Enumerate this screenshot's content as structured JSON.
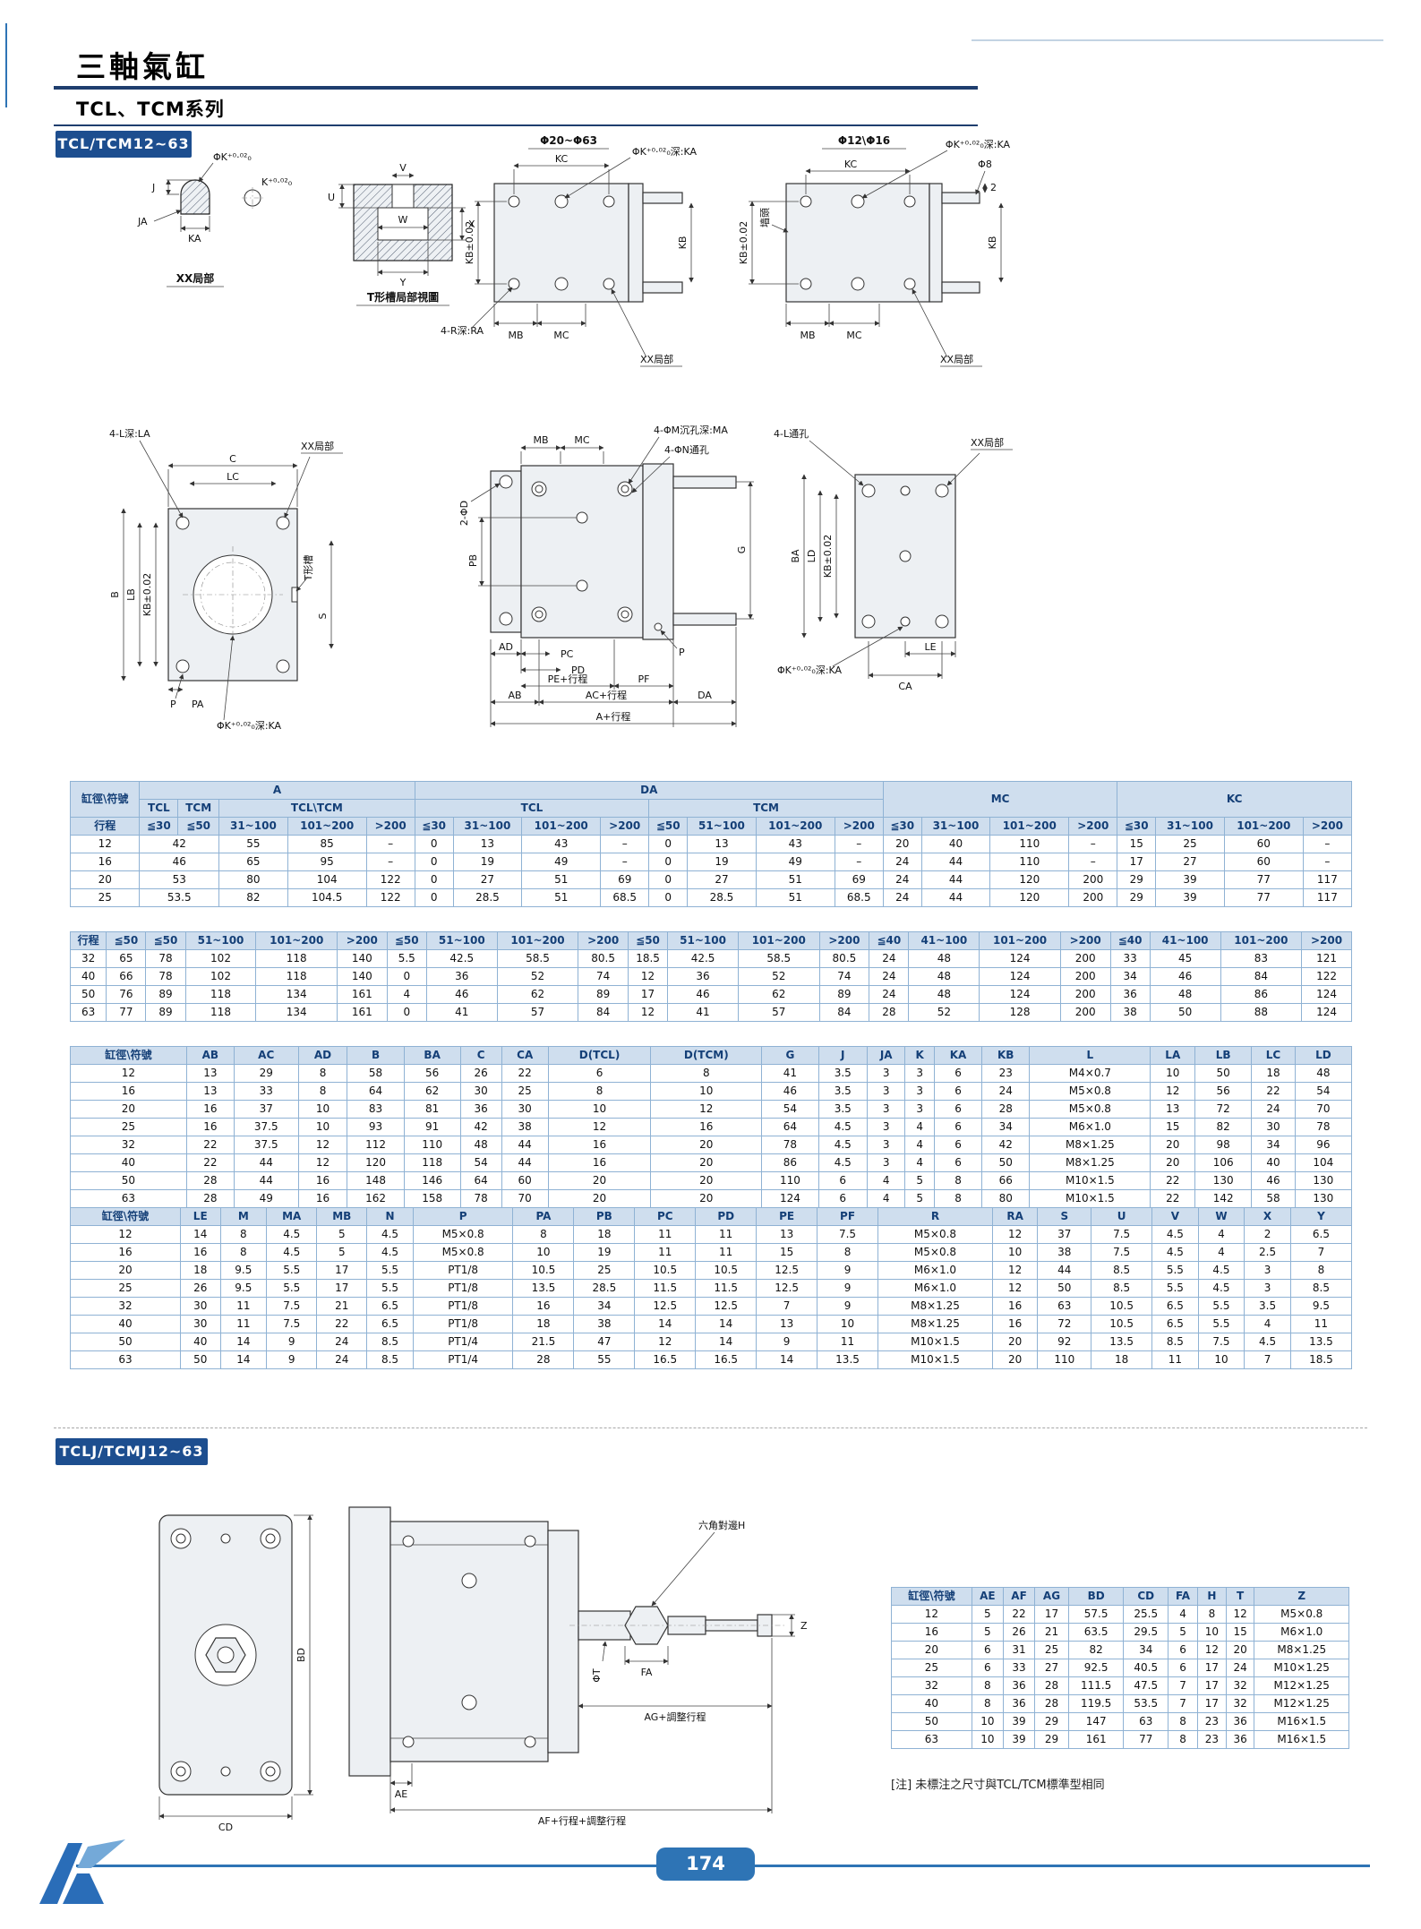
{
  "page": {
    "title": "三軸氣缸",
    "subtitle": "TCL、TCM系列",
    "page_number": "174",
    "note": "[注] 未標注之尺寸與TCL/TCM標準型相同"
  },
  "sections": {
    "s1": "TCL/TCM12~63",
    "s2": "TCLJ/TCMJ12~63"
  },
  "drawings": {
    "fig_detail": {
      "title": "XX局部",
      "phi_k_tol": "ΦK⁺⁰·⁰²₀",
      "j": "J",
      "ja": "JA",
      "ka": "KA",
      "k_tol": "K⁺⁰·⁰²₀"
    },
    "fig_tslot": {
      "title": "T形槽局部視圖",
      "u": "U",
      "v": "V",
      "w": "W",
      "x": "X",
      "y": "Y"
    },
    "fig_top_large": {
      "title": "Φ20~Φ63",
      "kc": "KC",
      "phik_ka": "ΦK⁺⁰·⁰²₀深:KA",
      "kb_tol": "KB±0.02",
      "kb": "KB",
      "r_ra": "4-R深:RA",
      "mb": "MB",
      "mc": "MC",
      "xx": "XX局部"
    },
    "fig_top_small": {
      "title": "Φ12\\Φ16",
      "kc": "KC",
      "phik_ka": "ΦK⁺⁰·⁰²₀深:KA",
      "phi8": "Φ8",
      "kb_tol": "KB±0.02",
      "cap": "墙頭",
      "kb": "KB",
      "two": "2",
      "mb": "MB",
      "mc": "MC",
      "xx": "XX局部"
    },
    "fig_front": {
      "l_la": "4-L深:LA",
      "c": "C",
      "lc": "LC",
      "xx": "XX局部",
      "b": "B",
      "lb": "LB",
      "kb_tol": "KB±0.02",
      "tslot": "T形槽",
      "s": "S",
      "p": "P",
      "pa": "PA",
      "phik_ka": "ΦK⁺⁰·⁰²₀深:KA"
    },
    "fig_side": {
      "mb": "MB",
      "mc": "MC",
      "ma": "4-ΦM沉孔深:MA",
      "n": "4-ΦN通孔",
      "d": "2-ΦD",
      "pb": "PB",
      "g": "G",
      "p": "P",
      "pc": "PC",
      "pd": "PD",
      "pe": "PE+行程",
      "pf": "PF",
      "ad": "AD",
      "ab": "AB",
      "ac": "AC+行程",
      "da": "DA",
      "a": "A+行程"
    },
    "fig_back": {
      "l": "4-L通孔",
      "xx": "XX局部",
      "ba": "BA",
      "ld": "LD",
      "kb_tol": "KB±0.02",
      "phik_ka": "ΦK⁺⁰·⁰²₀深:KA",
      "le": "LE",
      "ca": "CA"
    },
    "fig_j_front": {
      "bd": "BD",
      "cd": "CD"
    },
    "fig_j_side": {
      "hex": "六角對邊H",
      "phi_t": "ΦT",
      "z": "Z",
      "fa": "FA",
      "ag": "AG+調整行程",
      "ae": "AE",
      "af": "AF+行程+調整行程"
    }
  },
  "tables": {
    "t1": {
      "header": [
        [
          {
            "t": "缸徑\\符號",
            "r": 2
          },
          {
            "t": "A",
            "c": 5
          },
          {
            "t": "DA",
            "c": 8
          },
          {
            "t": "MC",
            "c": 4,
            "r": 2
          },
          {
            "t": "KC",
            "c": 4,
            "r": 2
          }
        ],
        [
          {
            "t": "TCL"
          },
          {
            "t": "TCM"
          },
          {
            "t": "TCL\\TCM",
            "c": 3
          },
          {
            "t": "TCL",
            "c": 4
          },
          {
            "t": "TCM",
            "c": 4
          }
        ],
        [
          "行程",
          "≦30",
          "≦50",
          "31~100",
          "101~200",
          ">200",
          "≦30",
          "31~100",
          "101~200",
          ">200",
          "≦50",
          "51~100",
          "101~200",
          ">200",
          "≦30",
          "31~100",
          "101~200",
          ">200",
          "≦30",
          "31~100",
          "101~200",
          ">200"
        ]
      ],
      "rows": [
        [
          "12",
          {
            "t": "42",
            "c": 2
          },
          "55",
          "85",
          "–",
          "0",
          "13",
          "43",
          "–",
          "0",
          "13",
          "43",
          "–",
          "20",
          "40",
          "110",
          "–",
          "15",
          "25",
          "60",
          "–"
        ],
        [
          "16",
          {
            "t": "46",
            "c": 2
          },
          "65",
          "95",
          "–",
          "0",
          "19",
          "49",
          "–",
          "0",
          "19",
          "49",
          "–",
          "24",
          "44",
          "110",
          "–",
          "17",
          "27",
          "60",
          "–"
        ],
        [
          "20",
          {
            "t": "53",
            "c": 2
          },
          "80",
          "104",
          "122",
          "0",
          "27",
          "51",
          "69",
          "0",
          "27",
          "51",
          "69",
          "24",
          "44",
          "120",
          "200",
          "29",
          "39",
          "77",
          "117"
        ],
        [
          "25",
          {
            "t": "53.5",
            "c": 2
          },
          "82",
          "104.5",
          "122",
          "0",
          "28.5",
          "51",
          "68.5",
          "0",
          "28.5",
          "51",
          "68.5",
          "24",
          "44",
          "120",
          "200",
          "29",
          "39",
          "77",
          "117"
        ]
      ]
    },
    "t2": {
      "header": [
        [
          "行程",
          "≦50",
          "≦50",
          "51~100",
          "101~200",
          ">200",
          "≦50",
          "51~100",
          "101~200",
          ">200",
          "≦50",
          "51~100",
          "101~200",
          ">200",
          "≦40",
          "41~100",
          "101~200",
          ">200",
          "≦40",
          "41~100",
          "101~200",
          ">200"
        ]
      ],
      "rows": [
        [
          "32",
          "65",
          "78",
          "102",
          "118",
          "140",
          "5.5",
          "42.5",
          "58.5",
          "80.5",
          "18.5",
          "42.5",
          "58.5",
          "80.5",
          "24",
          "48",
          "124",
          "200",
          "33",
          "45",
          "83",
          "121"
        ],
        [
          "40",
          "66",
          "78",
          "102",
          "118",
          "140",
          "0",
          "36",
          "52",
          "74",
          "12",
          "36",
          "52",
          "74",
          "24",
          "48",
          "124",
          "200",
          "34",
          "46",
          "84",
          "122"
        ],
        [
          "50",
          "76",
          "89",
          "118",
          "134",
          "161",
          "4",
          "46",
          "62",
          "89",
          "17",
          "46",
          "62",
          "89",
          "24",
          "48",
          "124",
          "200",
          "36",
          "48",
          "86",
          "124"
        ],
        [
          "63",
          "77",
          "89",
          "118",
          "134",
          "161",
          "0",
          "41",
          "57",
          "84",
          "12",
          "41",
          "57",
          "84",
          "28",
          "52",
          "128",
          "200",
          "38",
          "50",
          "88",
          "124"
        ]
      ]
    },
    "t3": {
      "header": [
        [
          "缸徑\\符號",
          "AB",
          "AC",
          "AD",
          "B",
          "BA",
          "C",
          "CA",
          "D(TCL)",
          "D(TCM)",
          "G",
          "J",
          "JA",
          "K",
          "KA",
          "KB",
          "L",
          "LA",
          "LB",
          "LC",
          "LD"
        ]
      ],
      "rows": [
        [
          "12",
          "13",
          "29",
          "8",
          "58",
          "56",
          "26",
          "22",
          "6",
          "8",
          "41",
          "3.5",
          "3",
          "3",
          "6",
          "23",
          "M4×0.7",
          "10",
          "50",
          "18",
          "48"
        ],
        [
          "16",
          "13",
          "33",
          "8",
          "64",
          "62",
          "30",
          "25",
          "8",
          "10",
          "46",
          "3.5",
          "3",
          "3",
          "6",
          "24",
          "M5×0.8",
          "12",
          "56",
          "22",
          "54"
        ],
        [
          "20",
          "16",
          "37",
          "10",
          "83",
          "81",
          "36",
          "30",
          "10",
          "12",
          "54",
          "3.5",
          "3",
          "3",
          "6",
          "28",
          "M5×0.8",
          "13",
          "72",
          "24",
          "70"
        ],
        [
          "25",
          "16",
          "37.5",
          "10",
          "93",
          "91",
          "42",
          "38",
          "12",
          "16",
          "64",
          "4.5",
          "3",
          "4",
          "6",
          "34",
          "M6×1.0",
          "15",
          "82",
          "30",
          "78"
        ],
        [
          "32",
          "22",
          "37.5",
          "12",
          "112",
          "110",
          "48",
          "44",
          "16",
          "20",
          "78",
          "4.5",
          "3",
          "4",
          "6",
          "42",
          "M8×1.25",
          "20",
          "98",
          "34",
          "96"
        ],
        [
          "40",
          "22",
          "44",
          "12",
          "120",
          "118",
          "54",
          "44",
          "16",
          "20",
          "86",
          "4.5",
          "3",
          "4",
          "6",
          "50",
          "M8×1.25",
          "20",
          "106",
          "40",
          "104"
        ],
        [
          "50",
          "28",
          "44",
          "16",
          "148",
          "146",
          "64",
          "60",
          "20",
          "20",
          "110",
          "6",
          "4",
          "5",
          "8",
          "66",
          "M10×1.5",
          "22",
          "130",
          "46",
          "130"
        ],
        [
          "63",
          "28",
          "49",
          "16",
          "162",
          "158",
          "78",
          "70",
          "20",
          "20",
          "124",
          "6",
          "4",
          "5",
          "8",
          "80",
          "M10×1.5",
          "22",
          "142",
          "58",
          "130"
        ]
      ]
    },
    "t4": {
      "header": [
        [
          "缸徑\\符號",
          "LE",
          "M",
          "MA",
          "MB",
          "N",
          "P",
          "PA",
          "PB",
          "PC",
          "PD",
          "PE",
          "PF",
          "R",
          "RA",
          "S",
          "U",
          "V",
          "W",
          "X",
          "Y"
        ]
      ],
      "rows": [
        [
          "12",
          "14",
          "8",
          "4.5",
          "5",
          "4.5",
          "M5×0.8",
          "8",
          "18",
          "11",
          "11",
          "13",
          "7.5",
          "M5×0.8",
          "12",
          "37",
          "7.5",
          "4.5",
          "4",
          "2",
          "6.5"
        ],
        [
          "16",
          "16",
          "8",
          "4.5",
          "5",
          "4.5",
          "M5×0.8",
          "10",
          "19",
          "11",
          "11",
          "15",
          "8",
          "M5×0.8",
          "10",
          "38",
          "7.5",
          "4.5",
          "4",
          "2.5",
          "7"
        ],
        [
          "20",
          "18",
          "9.5",
          "5.5",
          "17",
          "5.5",
          "PT1/8",
          "10.5",
          "25",
          "10.5",
          "10.5",
          "12.5",
          "9",
          "M6×1.0",
          "12",
          "44",
          "8.5",
          "5.5",
          "4.5",
          "3",
          "8"
        ],
        [
          "25",
          "26",
          "9.5",
          "5.5",
          "17",
          "5.5",
          "PT1/8",
          "13.5",
          "28.5",
          "11.5",
          "11.5",
          "12.5",
          "9",
          "M6×1.0",
          "12",
          "50",
          "8.5",
          "5.5",
          "4.5",
          "3",
          "8.5"
        ],
        [
          "32",
          "30",
          "11",
          "7.5",
          "21",
          "6.5",
          "PT1/8",
          "16",
          "34",
          "12.5",
          "12.5",
          "7",
          "9",
          "M8×1.25",
          "16",
          "63",
          "10.5",
          "6.5",
          "5.5",
          "3.5",
          "9.5"
        ],
        [
          "40",
          "30",
          "11",
          "7.5",
          "22",
          "6.5",
          "PT1/8",
          "18",
          "38",
          "14",
          "14",
          "13",
          "10",
          "M8×1.25",
          "16",
          "72",
          "10.5",
          "6.5",
          "5.5",
          "4",
          "11"
        ],
        [
          "50",
          "40",
          "14",
          "9",
          "24",
          "8.5",
          "PT1/4",
          "21.5",
          "47",
          "12",
          "14",
          "9",
          "11",
          "M10×1.5",
          "20",
          "92",
          "13.5",
          "8.5",
          "7.5",
          "4.5",
          "13.5"
        ],
        [
          "63",
          "50",
          "14",
          "9",
          "24",
          "8.5",
          "PT1/4",
          "28",
          "55",
          "16.5",
          "16.5",
          "14",
          "13.5",
          "M10×1.5",
          "20",
          "110",
          "18",
          "11",
          "10",
          "7",
          "18.5"
        ]
      ]
    },
    "t5": {
      "header": [
        [
          "缸徑\\符號",
          "AE",
          "AF",
          "AG",
          "BD",
          "CD",
          "FA",
          "H",
          "T",
          "Z"
        ]
      ],
      "rows": [
        [
          "12",
          "5",
          "22",
          "17",
          "57.5",
          "25.5",
          "4",
          "8",
          "12",
          "M5×0.8"
        ],
        [
          "16",
          "5",
          "26",
          "21",
          "63.5",
          "29.5",
          "5",
          "10",
          "15",
          "M6×1.0"
        ],
        [
          "20",
          "6",
          "31",
          "25",
          "82",
          "34",
          "6",
          "12",
          "20",
          "M8×1.25"
        ],
        [
          "25",
          "6",
          "33",
          "27",
          "92.5",
          "40.5",
          "6",
          "17",
          "24",
          "M10×1.25"
        ],
        [
          "32",
          "8",
          "36",
          "28",
          "111.5",
          "47.5",
          "7",
          "17",
          "32",
          "M12×1.25"
        ],
        [
          "40",
          "8",
          "36",
          "28",
          "119.5",
          "53.5",
          "7",
          "17",
          "32",
          "M12×1.25"
        ],
        [
          "50",
          "10",
          "39",
          "29",
          "147",
          "63",
          "8",
          "23",
          "36",
          "M16×1.5"
        ],
        [
          "63",
          "10",
          "39",
          "29",
          "161",
          "77",
          "8",
          "23",
          "36",
          "M16×1.5"
        ]
      ]
    }
  }
}
